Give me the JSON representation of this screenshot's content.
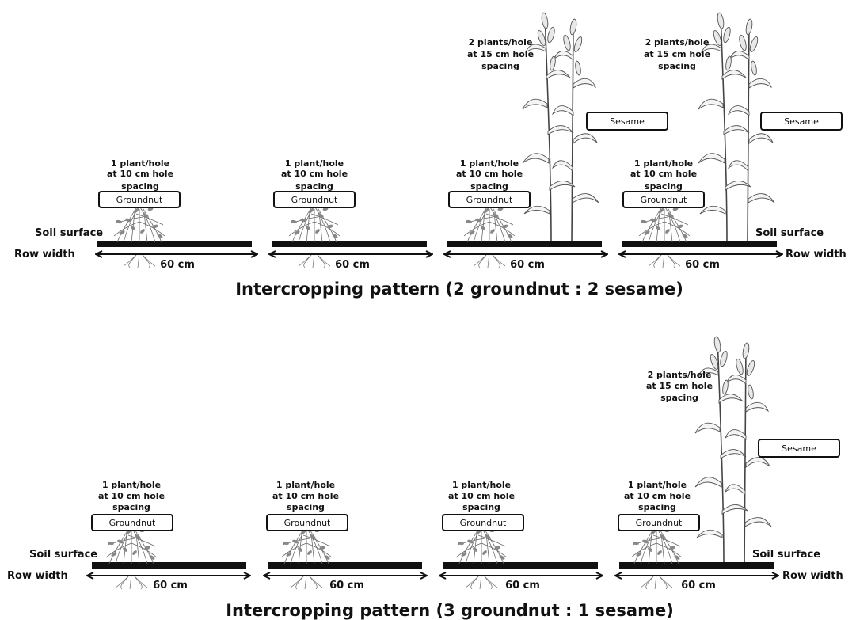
{
  "panels": [
    {
      "title": "Intercropping pattern (2 groundnut : 2 sesame)",
      "soil_label_left": "Soil surface",
      "row_label_left": "Row width",
      "soil_label_right": "Soil surface",
      "row_label_right": "Row width",
      "groundnut_note": [
        "1 plant/hole",
        "at 10 cm hole",
        "spacing"
      ],
      "groundnut_box": "Groundnut",
      "sesame_note": [
        "2 plants/hole",
        "at 15 cm hole",
        "spacing"
      ],
      "sesame_box": "Sesame",
      "row_width_value": "60 cm",
      "rows": 4,
      "sesame_rows": 2
    },
    {
      "title": "Intercropping pattern (3 groundnut : 1 sesame)",
      "soil_label_left": "Soil surface",
      "row_label_left": "Row width",
      "soil_label_right": "Soil surface",
      "row_label_right": "Row width",
      "groundnut_note": [
        "1 plant/hole",
        "at 10 cm hole",
        "spacing"
      ],
      "groundnut_box": "Groundnut",
      "sesame_note": [
        "2 plants/hole",
        "at 15 cm hole",
        "spacing"
      ],
      "sesame_box": "Sesame",
      "row_width_value": "60 cm",
      "rows": 4,
      "sesame_rows": 1
    }
  ],
  "colors": {
    "ink": "#111111",
    "plant": "#555555",
    "soil": "#111111"
  }
}
